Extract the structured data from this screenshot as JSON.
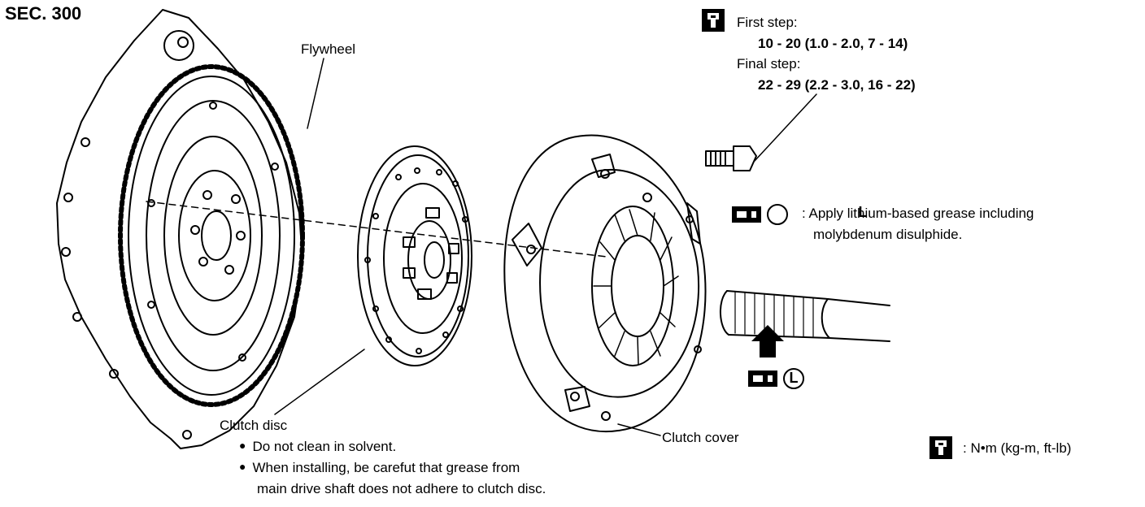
{
  "section": "SEC. 300",
  "labels": {
    "flywheel": "Flywheel",
    "clutch_disc": "Clutch disc",
    "clutch_cover": "Clutch cover"
  },
  "clutch_disc_notes": [
    "Do not clean in solvent.",
    "When installing, be carefut that grease from",
    "main drive shaft does not adhere to clutch disc."
  ],
  "torque": {
    "icon": "torque-wrench-icon",
    "first_step_label": "First step:",
    "first_step_value": "10 - 20 (1.0 - 2.0, 7 - 14)",
    "final_step_label": "Final step:",
    "final_step_value": "22 - 29 (2.2 - 3.0, 16 - 22)"
  },
  "grease": {
    "icon": "grease-gun-icon",
    "symbol": "L",
    "line1": ": Apply lithium-based grease including",
    "line2": "molybdenum disulphide."
  },
  "units": {
    "icon": "torque-wrench-icon",
    "text": ":  N•m (kg-m, ft-lb)"
  }
}
